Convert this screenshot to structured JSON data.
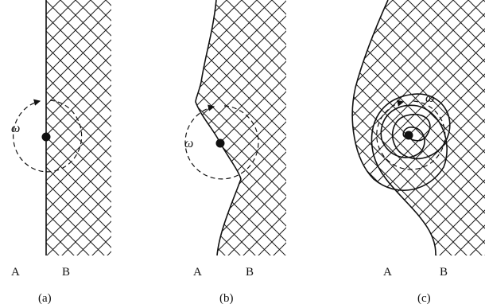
{
  "colors": {
    "line": "#111111",
    "hatch": "#1a1a1a",
    "background": "#ffffff"
  },
  "panels": [
    {
      "id": "a",
      "label_left": "A",
      "label_right": "B",
      "caption": "(a)",
      "rotation_symbol": "ω"
    },
    {
      "id": "b",
      "label_left": "A",
      "label_right": "B",
      "caption": "(b)",
      "rotation_symbol": "ω"
    },
    {
      "id": "c",
      "label_left": "A",
      "label_right": "B",
      "caption": "(c)",
      "rotation_symbol": "ω"
    }
  ]
}
